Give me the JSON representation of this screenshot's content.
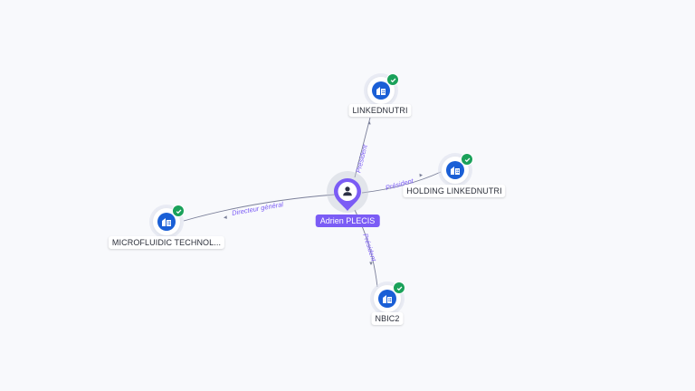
{
  "graph": {
    "center": {
      "name": "Adrien PLECIS",
      "icon": "person-icon",
      "color": "#7b5cf5"
    },
    "companies": [
      {
        "id": "linkednutri",
        "name": "LINKEDNUTRI",
        "icon": "company-building-icon",
        "verified": true,
        "relation": "Président"
      },
      {
        "id": "holding-linkednutri",
        "name": "HOLDING LINKEDNUTRI",
        "icon": "company-building-icon",
        "verified": true,
        "relation": "Président"
      },
      {
        "id": "microfluidic",
        "name": "MICROFLUIDIC TECHNOL...",
        "icon": "company-building-icon",
        "verified": true,
        "relation": "Directeur général"
      },
      {
        "id": "nbic2",
        "name": "NBIC2",
        "icon": "company-building-icon",
        "verified": true,
        "relation": "Président"
      }
    ],
    "colors": {
      "company": "#1a5fd6",
      "verified": "#1aa15a",
      "edge": "#7a7f99",
      "edge_label": "#7b5cf5"
    }
  }
}
